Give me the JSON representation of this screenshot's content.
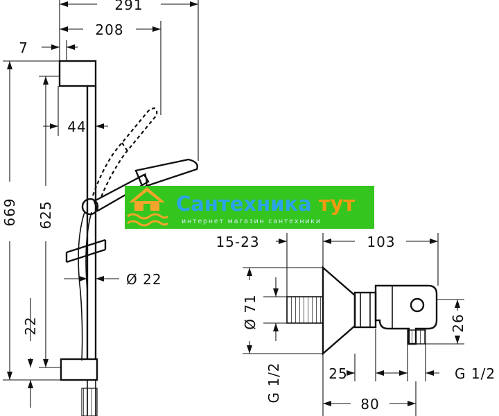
{
  "dimensions": {
    "overall_reach": "291",
    "handshower_reach": "208",
    "wall_offset": "7",
    "bar_offset": "44",
    "rail_height": "669",
    "inner_height": "625",
    "rail_diameter": "Ø 22",
    "bottom_offset": "22",
    "wall_depth_range": "15-23",
    "elbow_reach": "103",
    "cover_diameter": "Ø 71",
    "outlet_height": "26",
    "inlet_thread": "G 1/2",
    "elbow_depth": "25",
    "outlet_thread": "G 1/2",
    "outlet_reach": "80"
  },
  "watermark": {
    "title_main": "Сантехника",
    "title_tail": "тут",
    "subtitle": "интернет магазин сантехники",
    "colors": {
      "background": "#35c51f",
      "title": "#2aa3e6",
      "tail": "#f49a12",
      "logo": "#f2a52a"
    }
  }
}
